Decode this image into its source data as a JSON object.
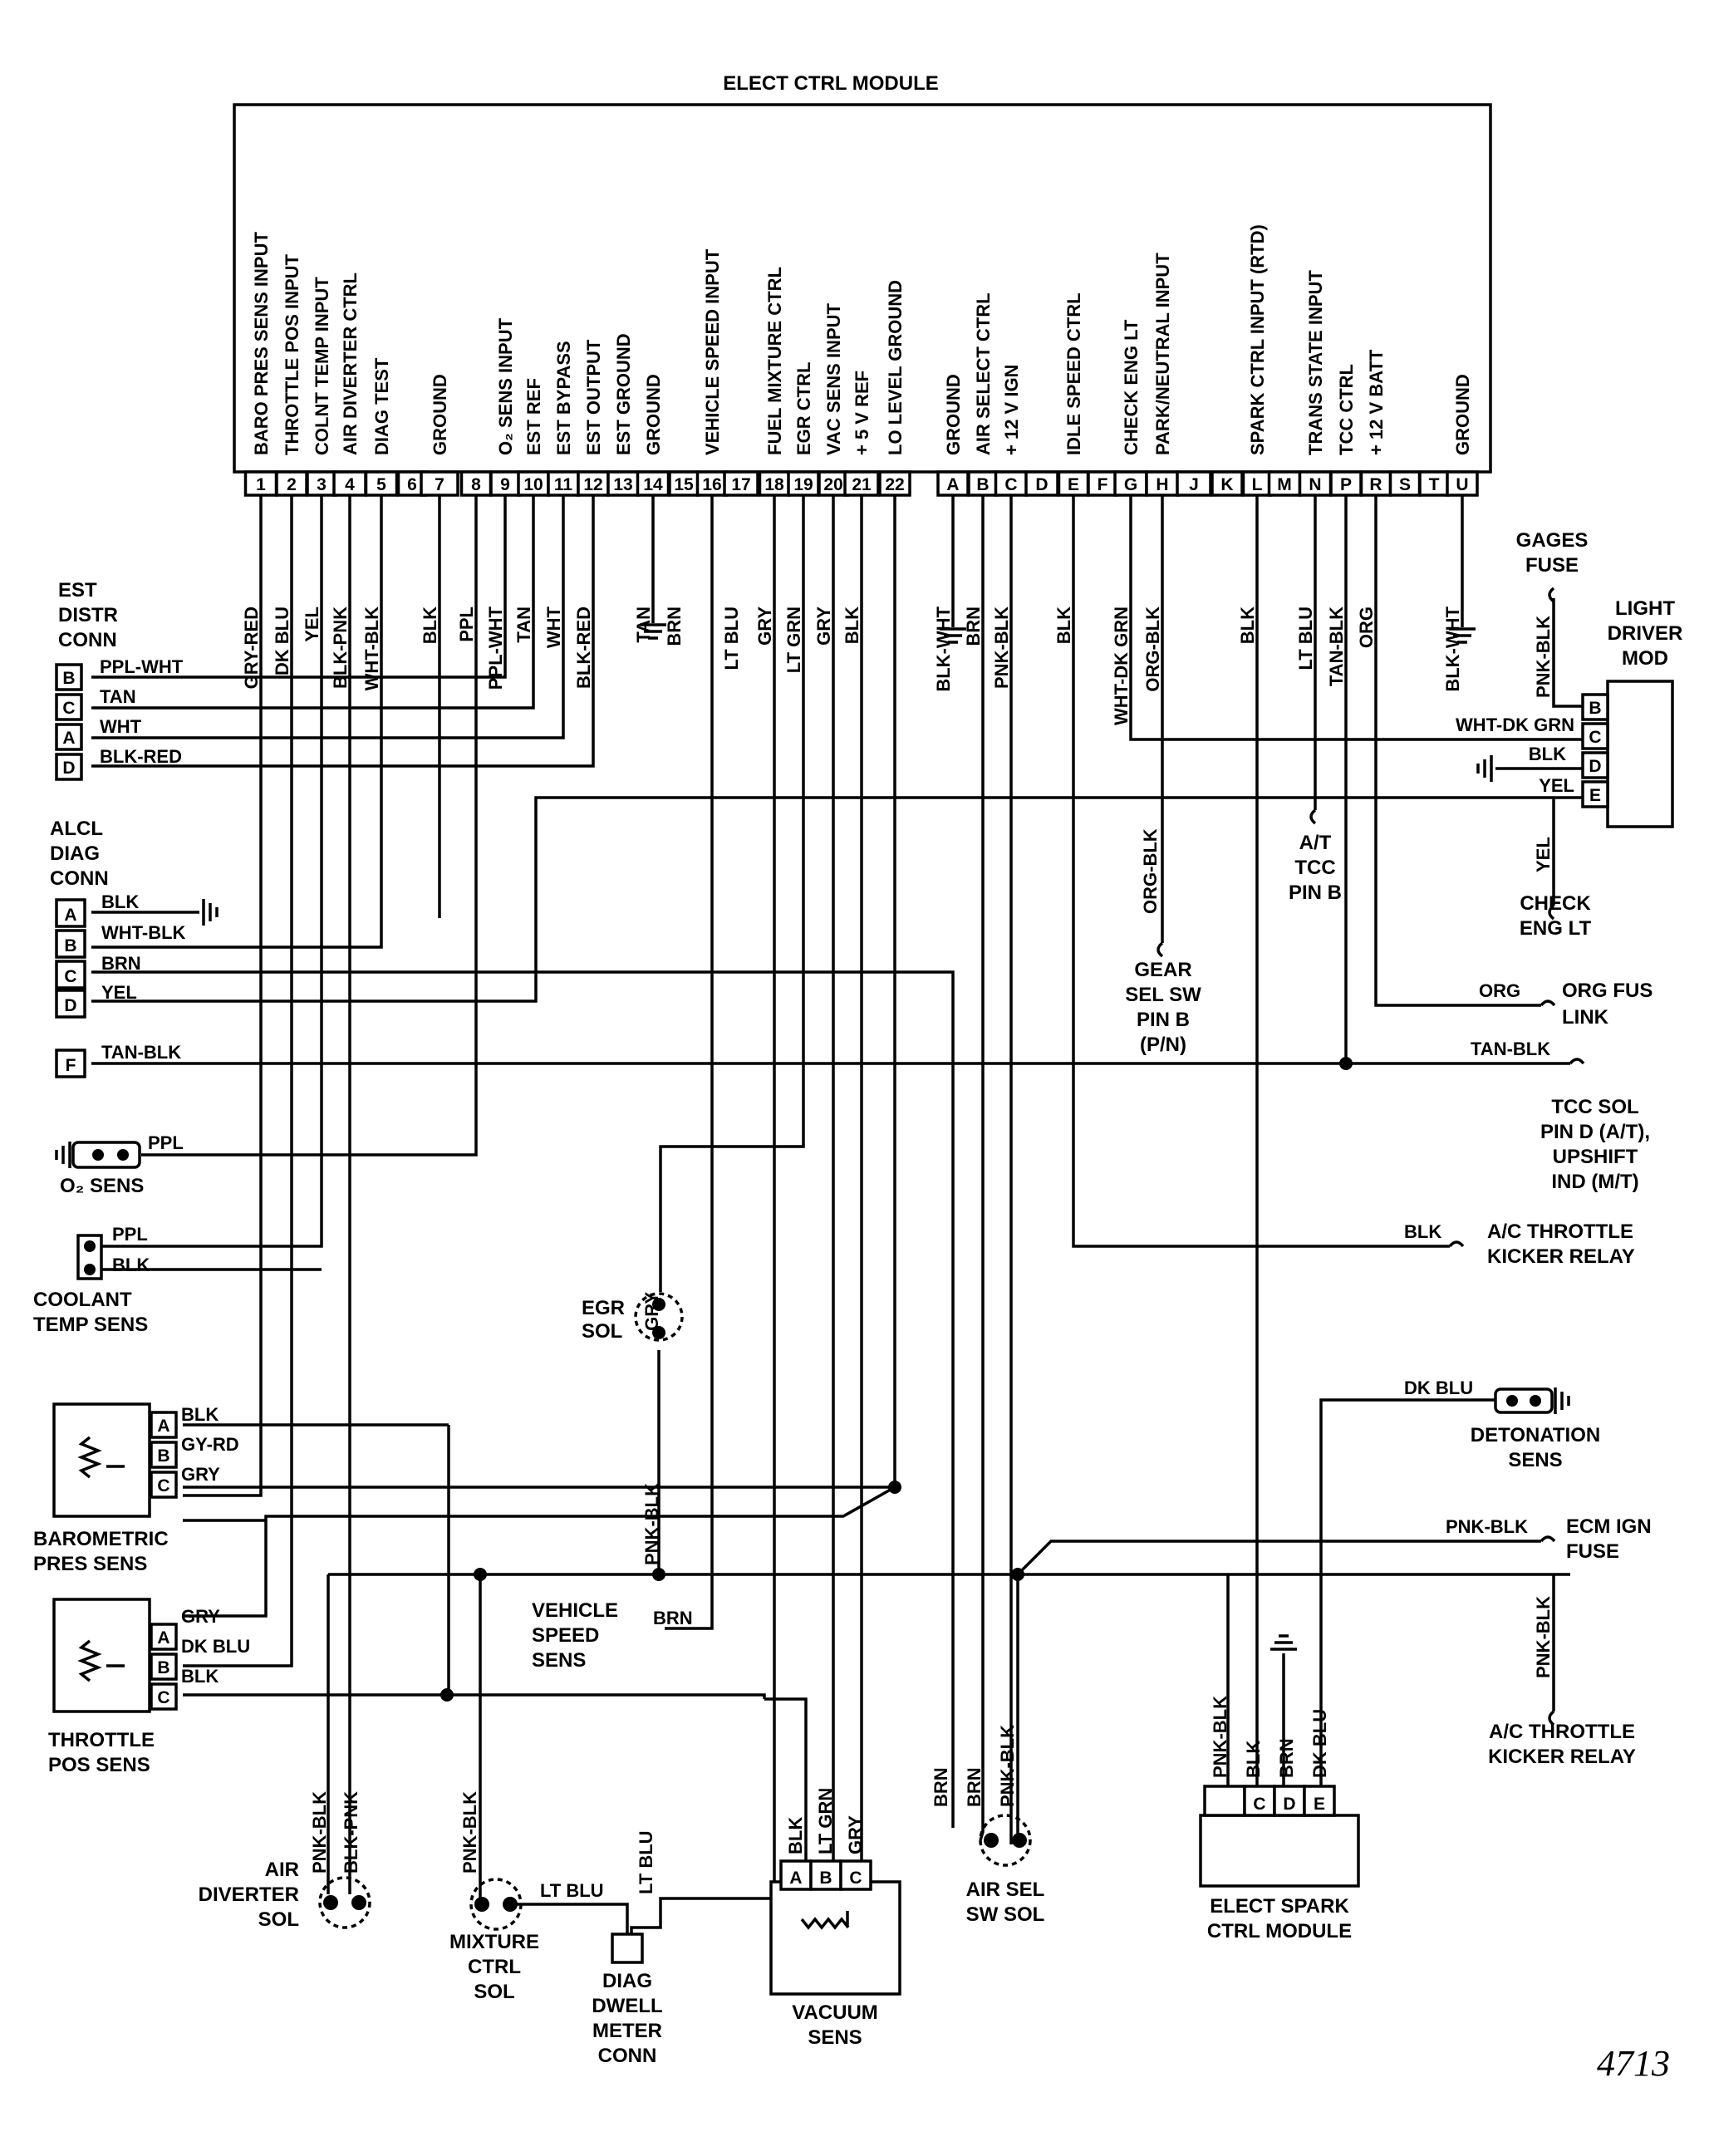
{
  "title": "ELECT CTRL MODULE",
  "figure_number": "4713",
  "ecm_pins": [
    {
      "pin": "1",
      "function": "BARO PRES SENS INPUT",
      "wire": "GRY-RED"
    },
    {
      "pin": "2",
      "function": "THROTTLE POS INPUT",
      "wire": "DK BLU"
    },
    {
      "pin": "3",
      "function": "COLNT TEMP INPUT",
      "wire": "YEL"
    },
    {
      "pin": "4",
      "function": "AIR DIVERTER CTRL",
      "wire": "BLK-PNK"
    },
    {
      "pin": "5",
      "function": "DIAG TEST",
      "wire": "WHT-BLK"
    },
    {
      "pin": "6",
      "function": "",
      "wire": ""
    },
    {
      "pin": "7",
      "function": "GROUND",
      "wire": "BLK"
    },
    {
      "pin": "8",
      "function": "",
      "wire": "PPL"
    },
    {
      "pin": "9",
      "function": "O₂ SENS INPUT",
      "wire": "PPL-WHT"
    },
    {
      "pin": "10",
      "function": "EST REF",
      "wire": "TAN"
    },
    {
      "pin": "11",
      "function": "EST BYPASS",
      "wire": "WHT"
    },
    {
      "pin": "12",
      "function": "EST OUTPUT",
      "wire": "BLK-RED"
    },
    {
      "pin": "13",
      "function": "EST GROUND",
      "wire": ""
    },
    {
      "pin": "14",
      "function": "GROUND",
      "wire": "TAN"
    },
    {
      "pin": "15",
      "function": "",
      "wire": "BRN"
    },
    {
      "pin": "16",
      "function": "VEHICLE SPEED INPUT",
      "wire": ""
    },
    {
      "pin": "17",
      "function": "",
      "wire": "LT BLU"
    },
    {
      "pin": "18",
      "function": "FUEL MIXTURE CTRL",
      "wire": "GRY"
    },
    {
      "pin": "19",
      "function": "EGR CTRL",
      "wire": "LT GRN"
    },
    {
      "pin": "20",
      "function": "VAC SENS INPUT",
      "wire": "GRY"
    },
    {
      "pin": "21",
      "function": "+ 5 V REF",
      "wire": "BLK"
    },
    {
      "pin": "22",
      "function": "LO  LEVEL  GROUND",
      "wire": ""
    },
    {
      "pin": "A",
      "function": "GROUND",
      "wire": "BLK-WHT"
    },
    {
      "pin": "B",
      "function": "AIR SELECT CTRL",
      "wire": "BRN"
    },
    {
      "pin": "C",
      "function": "+ 12 V IGN",
      "wire": "PNK-BLK"
    },
    {
      "pin": "D",
      "function": "",
      "wire": ""
    },
    {
      "pin": "E",
      "function": "IDLE SPEED CTRL",
      "wire": "BLK"
    },
    {
      "pin": "F",
      "function": "",
      "wire": ""
    },
    {
      "pin": "G",
      "function": "CHECK ENG LT",
      "wire": "WHT-DK GRN"
    },
    {
      "pin": "H",
      "function": "PARK/NEUTRAL INPUT",
      "wire": "ORG-BLK"
    },
    {
      "pin": "J",
      "function": "",
      "wire": ""
    },
    {
      "pin": "K",
      "function": "",
      "wire": ""
    },
    {
      "pin": "L",
      "function": "SPARK CTRL INPUT (RTD)",
      "wire": "BLK"
    },
    {
      "pin": "M",
      "function": "",
      "wire": ""
    },
    {
      "pin": "N",
      "function": "TRANS STATE INPUT",
      "wire": "LT BLU"
    },
    {
      "pin": "P",
      "function": "TCC CTRL",
      "wire": "TAN-BLK"
    },
    {
      "pin": "R",
      "function": "+ 12 V BATT",
      "wire": "ORG"
    },
    {
      "pin": "S",
      "function": "",
      "wire": ""
    },
    {
      "pin": "T",
      "function": "",
      "wire": ""
    },
    {
      "pin": "U",
      "function": "GROUND",
      "wire": "BLK-WHT"
    }
  ],
  "est_conn": {
    "title": [
      "EST",
      "DISTR",
      "CONN"
    ],
    "pins": [
      "B",
      "C",
      "A",
      "D"
    ],
    "wires": [
      "PPL-WHT",
      "TAN",
      "WHT",
      "BLK-RED"
    ]
  },
  "alcl_conn": {
    "title": [
      "ALCL",
      "DIAG",
      "CONN"
    ],
    "pins": [
      "A",
      "B",
      "C",
      "D",
      "F"
    ],
    "wires": [
      "BLK",
      "WHT-BLK",
      "BRN",
      "YEL",
      "TAN-BLK"
    ]
  },
  "o2_sens": {
    "label": "O₂ SENS",
    "wire": "PPL"
  },
  "coolant_sens": {
    "title": [
      "COOLANT",
      "TEMP SENS"
    ],
    "wires": [
      "PPL",
      "BLK"
    ]
  },
  "baro_sens": {
    "title": [
      "BAROMETRIC",
      "PRES SENS"
    ],
    "pins": [
      "A",
      "B",
      "C"
    ],
    "wires": [
      "BLK",
      "GY-RD",
      "GRY"
    ]
  },
  "throttle_sens": {
    "title": [
      "THROTTLE",
      "POS SENS"
    ],
    "pins": [
      "A",
      "B",
      "C"
    ],
    "wires": [
      "GRY",
      "DK BLU",
      "BLK"
    ]
  },
  "egr_sol": {
    "title": [
      "EGR",
      "SOL"
    ],
    "wires": [
      "GRY",
      "PNK-BLK"
    ]
  },
  "vss": {
    "title": [
      "VEHICLE",
      "SPEED",
      "SENS"
    ],
    "wire": "BRN"
  },
  "air_div_sol": {
    "title": [
      "AIR",
      "DIVERTER",
      "SOL"
    ],
    "wires": [
      "PNK-BLK",
      "BLK-PNK"
    ]
  },
  "mix_sol": {
    "title": [
      "MIXTURE",
      "CTRL",
      "SOL"
    ],
    "wires": [
      "PNK-BLK",
      "LT BLU"
    ]
  },
  "dwell_conn": {
    "title": [
      "DIAG",
      "DWELL",
      "METER",
      "CONN"
    ],
    "wire": "LT BLU"
  },
  "vac_sens": {
    "title": [
      "VACUUM",
      "SENS"
    ],
    "pins": [
      "A",
      "B",
      "C"
    ],
    "wires": [
      "BLK",
      "LT GRN",
      "GRY"
    ]
  },
  "air_sel_sol": {
    "title": [
      "AIR SEL",
      "SW SOL"
    ],
    "wires": [
      "BRN",
      "BRN",
      "PNK-BLK"
    ]
  },
  "esc_module": {
    "title": [
      "ELECT SPARK",
      "CTRL MODULE"
    ],
    "pins": [
      "C",
      "D",
      "E"
    ],
    "wires": [
      "PNK-BLK",
      "BLK",
      "BRN",
      "DK BLU"
    ]
  },
  "gages_fuse": {
    "title": [
      "GAGES",
      "FUSE"
    ],
    "wire": "PNK-BLK"
  },
  "light_driver": {
    "title": [
      "LIGHT",
      "DRIVER",
      "MOD"
    ],
    "pins": [
      "B",
      "C",
      "D",
      "E"
    ],
    "wires": [
      "WHT-DK GRN",
      "BLK",
      "YEL"
    ]
  },
  "check_eng": {
    "title": [
      "CHECK",
      "ENG LT"
    ],
    "wire": "YEL"
  },
  "at_tcc": {
    "title": [
      "A/T",
      "TCC",
      "PIN B"
    ]
  },
  "gear_sel": {
    "title": [
      "GEAR",
      "SEL SW",
      "PIN B",
      "(P/N)"
    ],
    "wire": "ORG-BLK"
  },
  "org_fus": {
    "title": [
      "ORG FUS",
      "LINK"
    ],
    "wire": "ORG"
  },
  "tcc_sol": {
    "title": [
      "TCC SOL",
      "PIN D (A/T),",
      "UPSHIFT",
      "IND (M/T)"
    ],
    "wire": "TAN-BLK"
  },
  "ac_relay_1": {
    "title": [
      "A/C THROTTLE",
      "KICKER RELAY"
    ],
    "wire": "BLK"
  },
  "det_sens": {
    "title": [
      "DETONATION",
      "SENS"
    ],
    "wire": "DK BLU"
  },
  "ecm_fuse": {
    "title": [
      "ECM IGN",
      "FUSE"
    ],
    "wire": "PNK-BLK"
  },
  "ac_relay_2": {
    "title": [
      "A/C THROTTLE",
      "KICKER RELAY"
    ],
    "wire": "PNK-BLK"
  }
}
